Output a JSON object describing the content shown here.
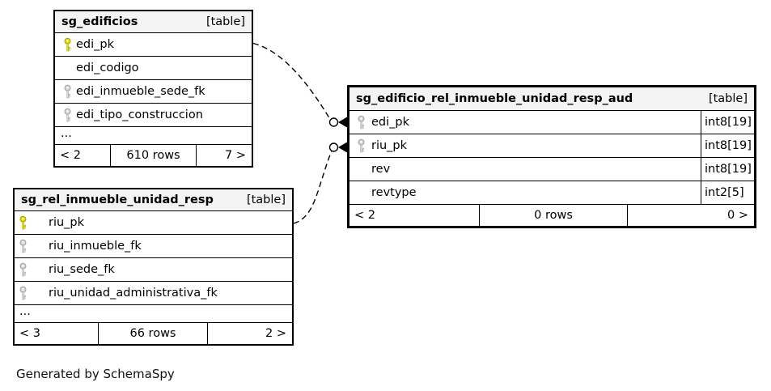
{
  "diagram": {
    "footer_note": "Generated by SchemaSpy",
    "colors": {
      "header_bg": "#f4f4f4",
      "row_bg": "#ffffff",
      "border": "#000000",
      "primary_key_icon": "#e0e000",
      "foreign_key_icon": "#d8d8d8"
    },
    "icons": {
      "primary_key": "yellow-key-icon",
      "foreign_key": "gray-key-icon"
    },
    "tables": [
      {
        "name": "sg_edificios",
        "badge": "[table]",
        "columns": [
          {
            "name": "edi_pk",
            "key": "primary"
          },
          {
            "name": "edi_codigo",
            "key": "none"
          },
          {
            "name": "edi_inmueble_sede_fk",
            "key": "foreign"
          },
          {
            "name": "edi_tipo_construccion",
            "key": "foreign"
          },
          {
            "name": "...",
            "key": "ellipsis"
          }
        ],
        "footer": {
          "left": "< 2",
          "center": "610 rows",
          "right": "7 >"
        }
      },
      {
        "name": "sg_edificio_rel_inmueble_unidad_resp_aud",
        "badge": "[table]",
        "columns": [
          {
            "name": "edi_pk",
            "key": "foreign",
            "type": "int8[19]"
          },
          {
            "name": "riu_pk",
            "key": "foreign",
            "type": "int8[19]"
          },
          {
            "name": "rev",
            "key": "none",
            "type": "int8[19]"
          },
          {
            "name": "revtype",
            "key": "none",
            "type": "int2[5]"
          }
        ],
        "footer": {
          "left": "< 2",
          "center": "0 rows",
          "right": "0 >"
        }
      },
      {
        "name": "sg_rel_inmueble_unidad_resp",
        "badge": "[table]",
        "columns": [
          {
            "name": "riu_pk",
            "key": "primary"
          },
          {
            "name": "riu_inmueble_fk",
            "key": "foreign"
          },
          {
            "name": "riu_sede_fk",
            "key": "foreign"
          },
          {
            "name": "riu_unidad_administrativa_fk",
            "key": "foreign"
          },
          {
            "name": "...",
            "key": "ellipsis"
          }
        ],
        "footer": {
          "left": "< 3",
          "center": "66 rows",
          "right": "2 >"
        }
      }
    ],
    "relationships": [
      {
        "from_table": "sg_edificios",
        "from_column": "edi_pk",
        "to_table": "sg_edificio_rel_inmueble_unidad_resp_aud",
        "to_column": "edi_pk",
        "line_style": "dashed",
        "to_marker": "zero-or-many"
      },
      {
        "from_table": "sg_rel_inmueble_unidad_resp",
        "from_column": "riu_pk",
        "to_table": "sg_edificio_rel_inmueble_unidad_resp_aud",
        "to_column": "riu_pk",
        "line_style": "dashed",
        "to_marker": "zero-or-many"
      }
    ]
  }
}
